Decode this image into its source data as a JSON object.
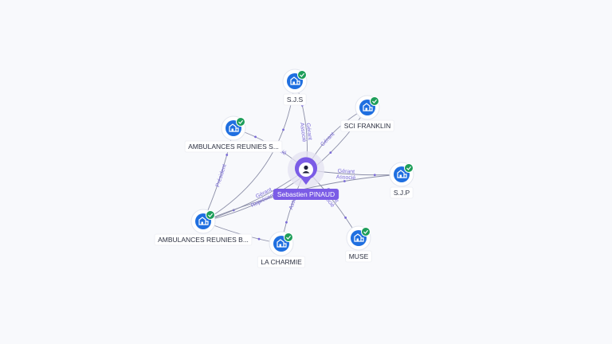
{
  "center": {
    "name": "Sebastien PINAUD",
    "icon": "person-icon",
    "color": "#7b5ce6"
  },
  "companies": [
    {
      "id": "sjs",
      "name": "S.J.S",
      "icon": "building-icon",
      "badge": "check-icon"
    },
    {
      "id": "sci-franklin",
      "name": "SCI FRANKLIN",
      "icon": "building-icon",
      "badge": "check-icon"
    },
    {
      "id": "ambulances-s",
      "name": "AMBULANCES REUNIES S...",
      "icon": "building-icon",
      "badge": "check-icon"
    },
    {
      "id": "sjp",
      "name": "S.J.P",
      "icon": "building-icon",
      "badge": "check-icon"
    },
    {
      "id": "ambulances-b",
      "name": "AMBULANCES REUNIES B...",
      "icon": "building-icon",
      "badge": "check-icon"
    },
    {
      "id": "la-charmie",
      "name": "LA CHARMIE",
      "icon": "building-icon",
      "badge": "check-icon"
    },
    {
      "id": "muse",
      "name": "MUSE",
      "icon": "building-icon",
      "badge": "check-icon"
    }
  ],
  "edges": [
    {
      "from": "center",
      "to": "sjs",
      "labels": [
        "Gérant",
        "Associé"
      ]
    },
    {
      "from": "center",
      "to": "sci-franklin",
      "labels": [
        "Gérant"
      ]
    },
    {
      "from": "center",
      "to": "ambulances-s",
      "labels": [
        "Associé"
      ]
    },
    {
      "from": "center",
      "to": "sjp",
      "labels": [
        "Gérant",
        "Associé"
      ]
    },
    {
      "from": "center",
      "to": "ambulances-b",
      "labels": [
        "Gérant",
        "Représentant"
      ]
    },
    {
      "from": "center",
      "to": "la-charmie",
      "labels": [
        "Associé"
      ]
    },
    {
      "from": "center",
      "to": "muse",
      "labels": [
        "Gérant",
        "Associé"
      ]
    },
    {
      "from": "ambulances-b",
      "to": "ambulances-s",
      "labels": [
        "Président"
      ]
    },
    {
      "from": "ambulances-b",
      "to": "sjs",
      "labels": []
    },
    {
      "from": "ambulances-b",
      "to": "sci-franklin",
      "labels": []
    },
    {
      "from": "ambulances-b",
      "to": "sjp",
      "labels": []
    },
    {
      "from": "ambulances-b",
      "to": "la-charmie",
      "labels": []
    }
  ],
  "colors": {
    "background": "#f8f9fc",
    "company_icon": "#1f6fe0",
    "badge": "#1e9e5a",
    "edge": "#8c8fa8",
    "edge_label": "#7a6ad8"
  }
}
